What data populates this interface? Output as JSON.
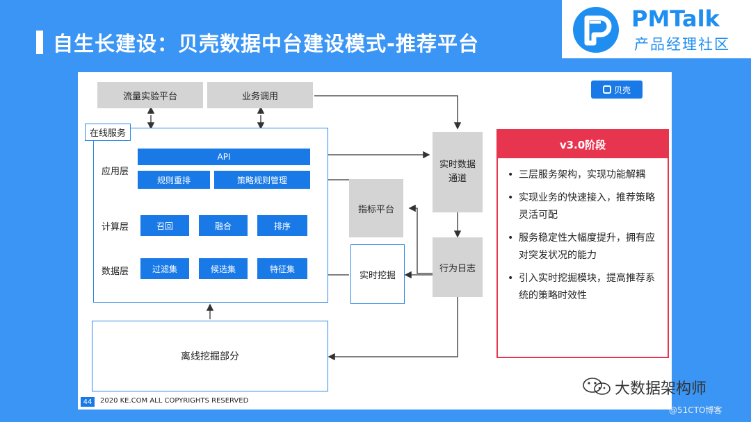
{
  "slide_title": "自生长建设：贝壳数据中台建设模式-推荐平台",
  "logo": {
    "name": "PMTalk",
    "subtitle": "产品经理社区",
    "glyph": "P"
  },
  "badge": {
    "label": "贝壳",
    "icon": "shell-icon"
  },
  "diagram": {
    "top_boxes": [
      "流量实验平台",
      "业务调用"
    ],
    "online_service": "在线服务",
    "layers": {
      "app": {
        "label": "应用层",
        "api": "API",
        "items": [
          "规则重排",
          "策略规则管理"
        ]
      },
      "compute": {
        "label": "计算层",
        "items": [
          "召回",
          "融合",
          "排序"
        ]
      },
      "data": {
        "label": "数据层",
        "items": [
          "过滤集",
          "候选集",
          "特征集"
        ]
      }
    },
    "realtime_channel": "实时数据\n通道",
    "metric_platform": "指标平台",
    "realtime_mining": "实时挖掘",
    "behavior_log": "行为日志",
    "offline_mining": "离线挖掘部分"
  },
  "v3": {
    "title": "v3.0阶段",
    "bullets": [
      "三层服务架构，实现功能解耦",
      "实现业务的快速接入，推荐策略灵活可配",
      "服务稳定性大幅度提升，拥有应对突发状况的能力",
      "引入实时挖掘模块，提高推荐系统的策略时效性"
    ]
  },
  "footer": {
    "page": "44",
    "copyright": "2020 KE.COM ALL COPYRIGHTS  RESERVED"
  },
  "watermark": {
    "account": "大数据架构师",
    "site": "@51CTO博客",
    "icon": "wechat-icon"
  },
  "colors": {
    "background": "#3a95f5",
    "blue_box": "#1979e6",
    "gray_box": "#d4d4d4",
    "accent_red": "#e8354f",
    "brand": "#1f8ef1"
  }
}
